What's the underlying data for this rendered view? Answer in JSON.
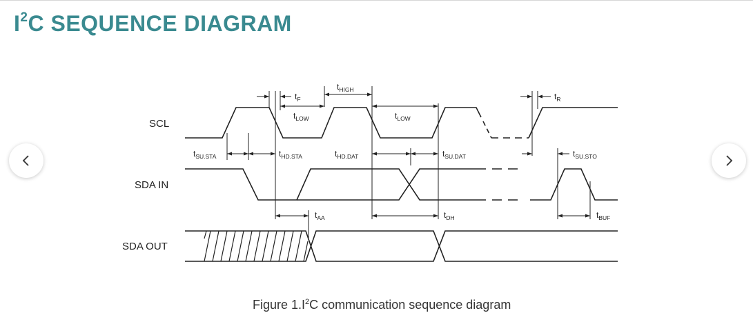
{
  "header": {
    "title_prefix": "I",
    "title_sup": "2",
    "title_rest": "C SEQUENCE DIAGRAM",
    "title_color": "#3a8a90"
  },
  "diagram": {
    "signals": [
      "SCL",
      "SDA IN",
      "SDA OUT"
    ],
    "timing_labels": {
      "tF": {
        "main": "t",
        "sub": "F"
      },
      "tHIGH": {
        "main": "t",
        "sub": "HIGH"
      },
      "tLOW_1": {
        "main": "t",
        "sub": "LOW"
      },
      "tLOW_2": {
        "main": "t",
        "sub": "LOW"
      },
      "tR": {
        "main": "t",
        "sub": "R"
      },
      "tSU_STA": {
        "main": "t",
        "sub": "SU.STA"
      },
      "tHD_STA": {
        "main": "t",
        "sub": "HD.STA"
      },
      "tHD_DAT": {
        "main": "t",
        "sub": "HD.DAT"
      },
      "tSU_DAT": {
        "main": "t",
        "sub": "SU.DAT"
      },
      "tSU_STO": {
        "main": "t",
        "sub": "SU.STO"
      },
      "tAA": {
        "main": "t",
        "sub": "AA"
      },
      "tDH": {
        "main": "t",
        "sub": "DH"
      },
      "tBUF": {
        "main": "t",
        "sub": "BUF"
      }
    }
  },
  "caption": {
    "prefix": "Figure 1.I",
    "sup": "2",
    "rest": "C communication sequence diagram"
  },
  "nav": {
    "prev_icon": "chevron-left-icon",
    "next_icon": "chevron-right-icon"
  }
}
